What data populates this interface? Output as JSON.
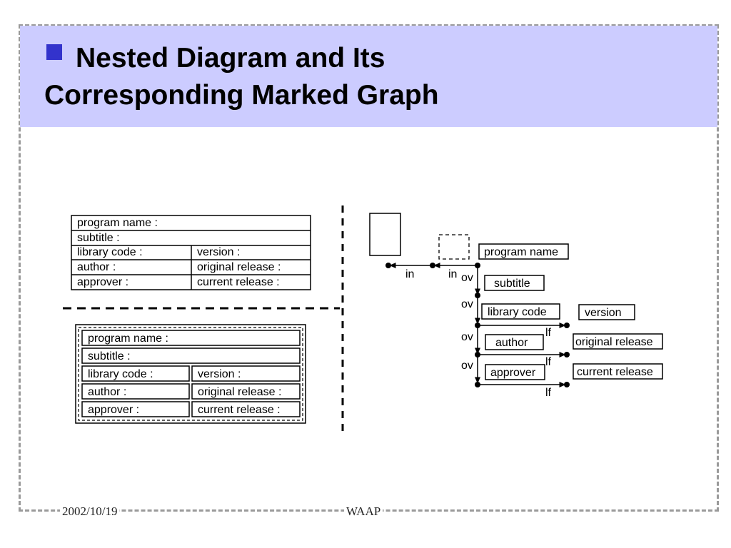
{
  "slide": {
    "title_line1": "Nested Diagram and Its",
    "title_line2": "Corresponding Marked Graph",
    "footer_date": "2002/10/19",
    "footer_center": "WAAP",
    "accent_color": "#3333cc",
    "band_color": "#ccccff"
  },
  "flat_form": {
    "program_name": "program name :",
    "subtitle": "subtitle :",
    "library_code": "library code :",
    "version": "version :",
    "author": "author :",
    "original_release": "original release :",
    "approver": "approver :",
    "current_release": "current release :"
  },
  "nested_form": {
    "program_name": "program name :",
    "subtitle": "subtitle :",
    "library_code": "library code :",
    "version": "version :",
    "author": "author :",
    "original_release": "original release :",
    "approver": "approver :",
    "current_release": "current release :"
  },
  "graph": {
    "nodes": {
      "program_name": "program name",
      "subtitle": "subtitle",
      "library_code": "library code",
      "version": "version",
      "author": "author",
      "original_release": "original release",
      "approver": "approver",
      "current_release": "current release"
    },
    "edge_labels": {
      "in_1": "in",
      "in_2": "in",
      "ov_1": "ov",
      "ov_2": "ov",
      "ov_3": "ov",
      "ov_4": "ov",
      "lf_1": "lf",
      "lf_2": "lf",
      "lf_3": "lf"
    }
  }
}
